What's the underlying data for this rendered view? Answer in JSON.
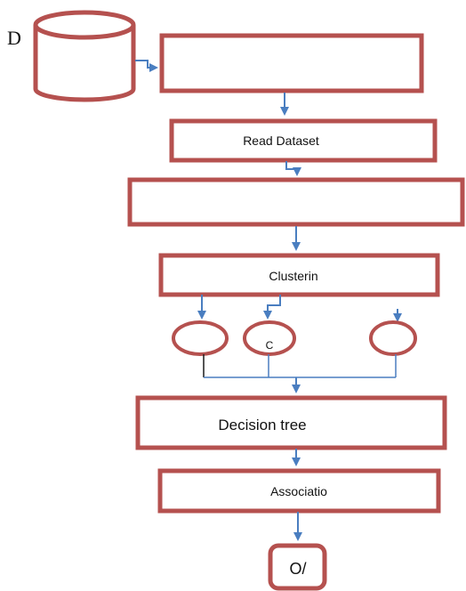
{
  "diagram": {
    "database_label": "D",
    "box_read_dataset": "Read Dataset",
    "box_clustering": "Clusterin",
    "cluster_c_label": "C",
    "box_decision_tree": "Decision tree",
    "box_association": "Associatio",
    "output_label": "O/",
    "colors": {
      "box_stroke": "#b5514f",
      "arrow": "#4a7ec0",
      "connector": "#4a7ec0",
      "black_connector": "#1a1a1a"
    }
  }
}
